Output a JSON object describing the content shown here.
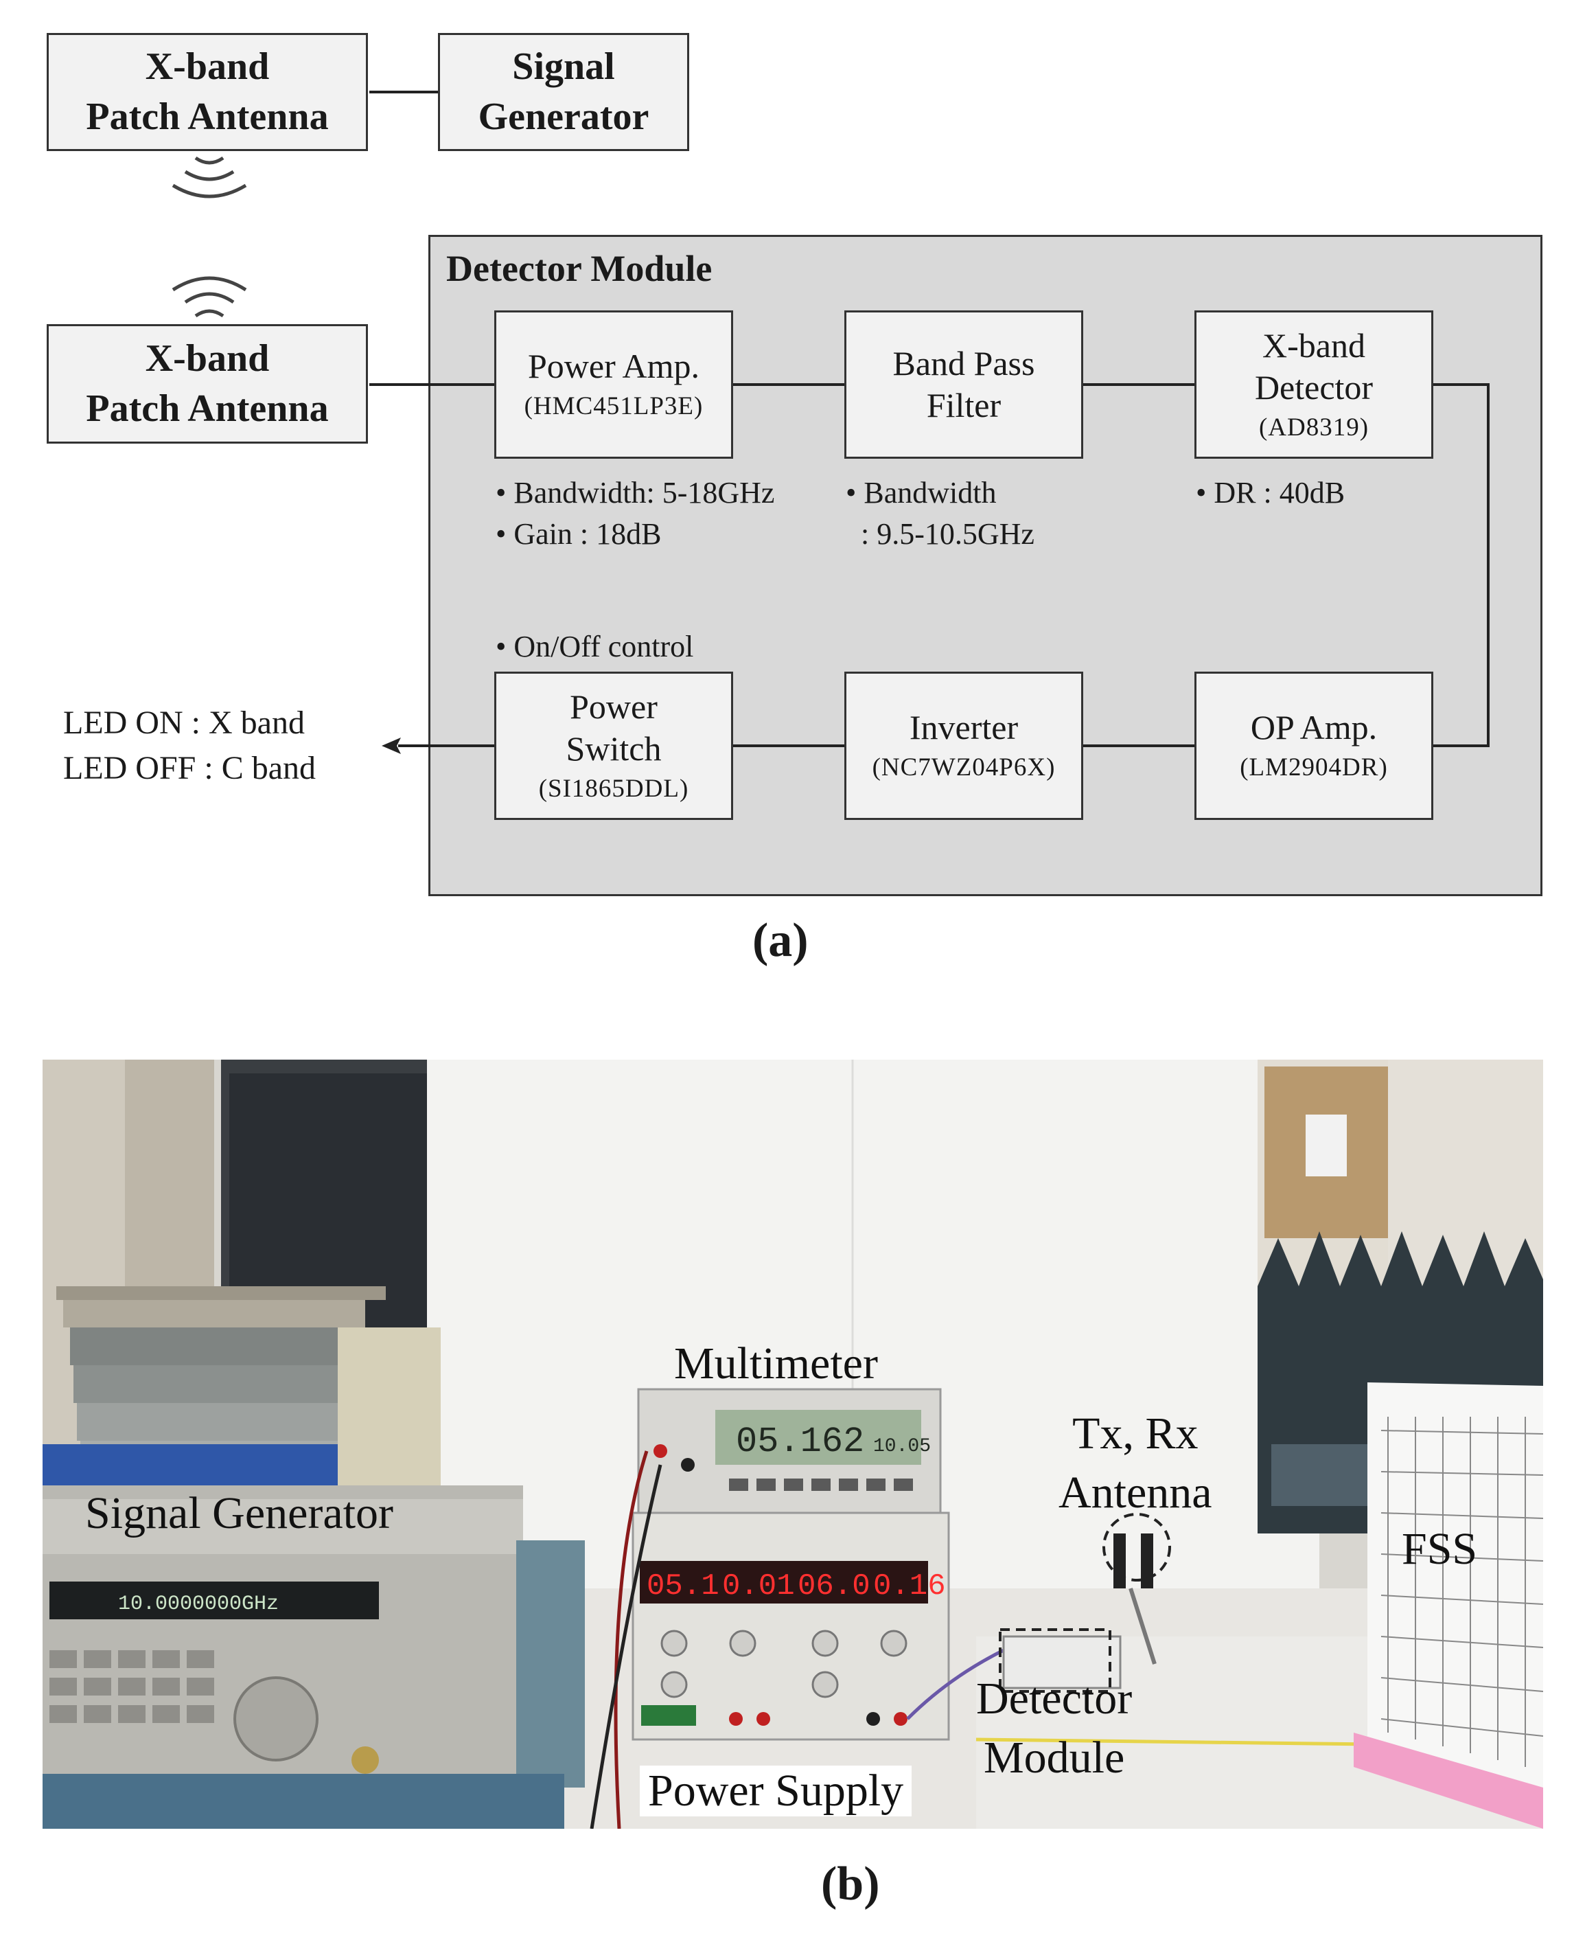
{
  "panel_a": {
    "tx_antenna": "X-band\nPatch Antenna",
    "signal_generator": "Signal\nGenerator",
    "rx_antenna": "X-band\nPatch Antenna",
    "module_title": "Detector Module",
    "blocks": [
      {
        "title": "Power Amp.",
        "sub": "(HMC451LP3E)"
      },
      {
        "title": "Band Pass\nFilter",
        "sub": ""
      },
      {
        "title": "X-band\nDetector",
        "sub": "(AD8319)"
      },
      {
        "title": "Power\nSwitch",
        "sub": "(SI1865DDL)"
      },
      {
        "title": "Inverter",
        "sub": "(NC7WZ04P6X)"
      },
      {
        "title": "OP Amp.",
        "sub": "(LM2904DR)"
      }
    ],
    "notes": {
      "power_amp": [
        "• Bandwidth: 5-18GHz",
        "• Gain : 18dB"
      ],
      "bpf": [
        "• Bandwidth",
        "  : 9.5-10.5GHz"
      ],
      "detector": [
        "• DR : 40dB"
      ],
      "switch": [
        "• On/Off control"
      ]
    },
    "led": [
      "LED ON : X band",
      "LED OFF : C band"
    ],
    "caption": "(a)"
  },
  "panel_b": {
    "labels": {
      "multimeter": "Multimeter",
      "signal_generator": "Signal Generator",
      "tx_rx_antenna": "Tx, Rx\nAntenna",
      "fss": "FSS",
      "detector_module": "Detector\nModule",
      "power_supply": "Power Supply"
    },
    "multimeter_display": {
      "main": "05.162",
      "aux": "10.05"
    },
    "power_supply_display": [
      "05.1",
      "0.01",
      "06.0",
      "0.16"
    ],
    "signal_generator_display": "10.0000000GHz",
    "caption": "(b)"
  }
}
